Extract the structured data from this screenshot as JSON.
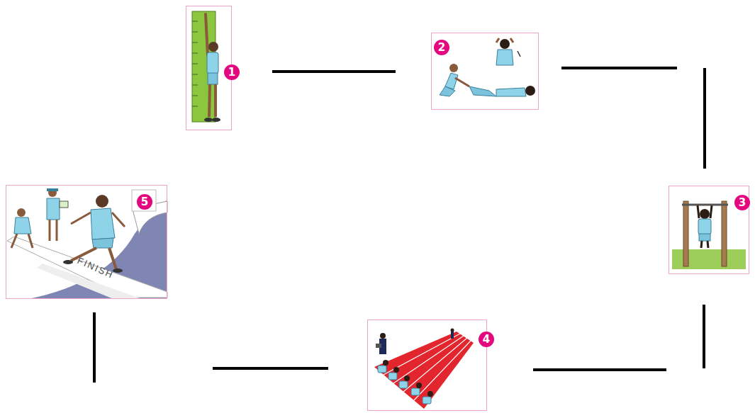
{
  "diagram": {
    "nodes": [
      {
        "text": [
          "1"
        ]
      },
      {
        "text": [
          "2"
        ]
      },
      {
        "text": [
          "3"
        ]
      },
      {
        "text": [
          "4"
        ]
      },
      {
        "text": [
          "5",
          "FINISH"
        ]
      }
    ],
    "edges": [
      {
        "from": 0,
        "to": 1,
        "arrow": "none"
      },
      {
        "from": 1,
        "to": 2,
        "arrow": "none"
      },
      {
        "from": 2,
        "to": 3,
        "arrow": "none"
      },
      {
        "from": 3,
        "to": 4,
        "arrow": "none"
      }
    ]
  }
}
